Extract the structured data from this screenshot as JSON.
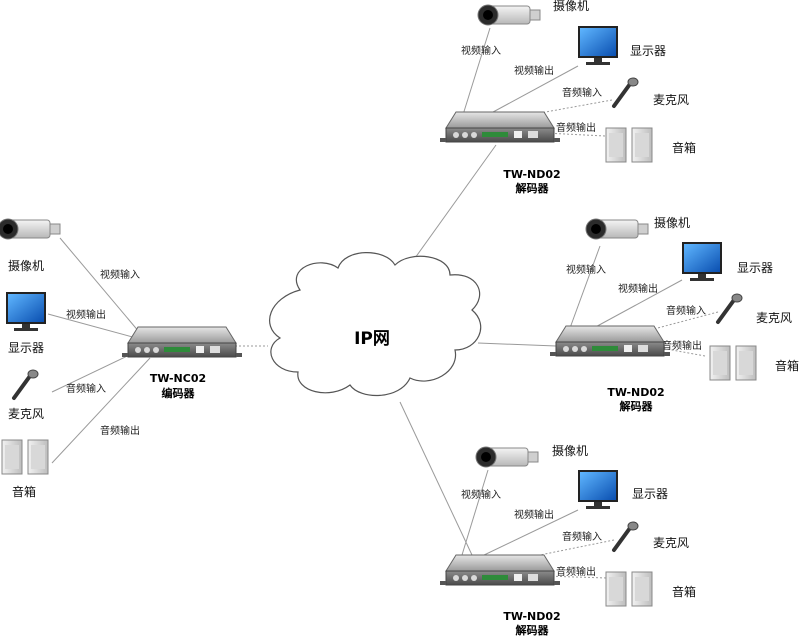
{
  "network": {
    "label": "IP网"
  },
  "encoder": {
    "model": "TW-NC02",
    "type": "编码器",
    "camera": "摄像机",
    "monitor": "显示器",
    "mic": "麦克风",
    "speaker": "音箱",
    "video_in": "视频输入",
    "video_out": "视频输出",
    "audio_in": "音频输入",
    "audio_out": "音频输出"
  },
  "decoders": [
    {
      "model": "TW-ND02",
      "type": "解码器",
      "camera": "摄像机",
      "monitor": "显示器",
      "mic": "麦克风",
      "speaker": "音箱",
      "video_in": "视频输入",
      "video_out": "视频输出",
      "audio_in": "音频输入",
      "audio_out": "音频输出"
    },
    {
      "model": "TW-ND02",
      "type": "解码器",
      "camera": "摄像机",
      "monitor": "显示器",
      "mic": "麦克风",
      "speaker": "音箱",
      "video_in": "视频输入",
      "video_out": "视频输出",
      "audio_in": "音频输入",
      "audio_out": "音频输出"
    },
    {
      "model": "TW-ND02",
      "type": "解码器",
      "camera": "摄像机",
      "monitor": "显示器",
      "mic": "麦克风",
      "speaker": "音箱",
      "video_in": "视频输入",
      "video_out": "视频输出",
      "audio_in": "音频输入",
      "audio_out": "音频输出"
    }
  ]
}
